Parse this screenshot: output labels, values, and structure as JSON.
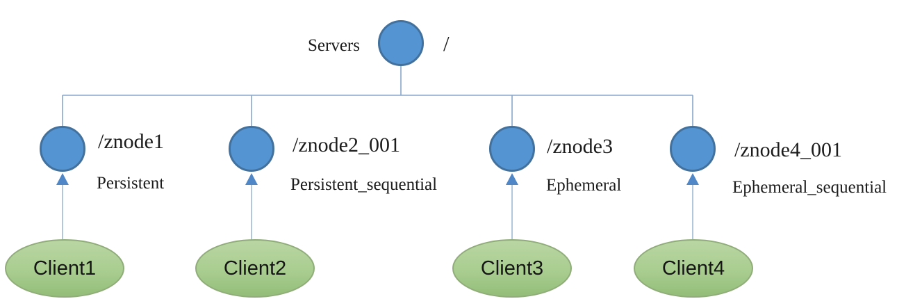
{
  "diagram": {
    "root": {
      "label": "Servers",
      "path": "/"
    },
    "znodes": [
      {
        "path": "/znode1",
        "type": "Persistent",
        "client": "Client1"
      },
      {
        "path": "/znode2_001",
        "type": "Persistent_sequential",
        "client": "Client2"
      },
      {
        "path": "/znode3",
        "type": "Ephemeral",
        "client": "Client3"
      },
      {
        "path": "/znode4_001",
        "type": "Ephemeral_sequential",
        "client": "Client4"
      }
    ],
    "colors": {
      "node_fill": "#5494d3",
      "node_border": "#41719c",
      "client_fill": "#a9cd90",
      "client_border": "#8fac79",
      "connector": "#87a7cc",
      "arrow_shaft": "#9fb9d4",
      "arrow_head": "#4f87c7",
      "text": "#1c1c1c"
    }
  }
}
